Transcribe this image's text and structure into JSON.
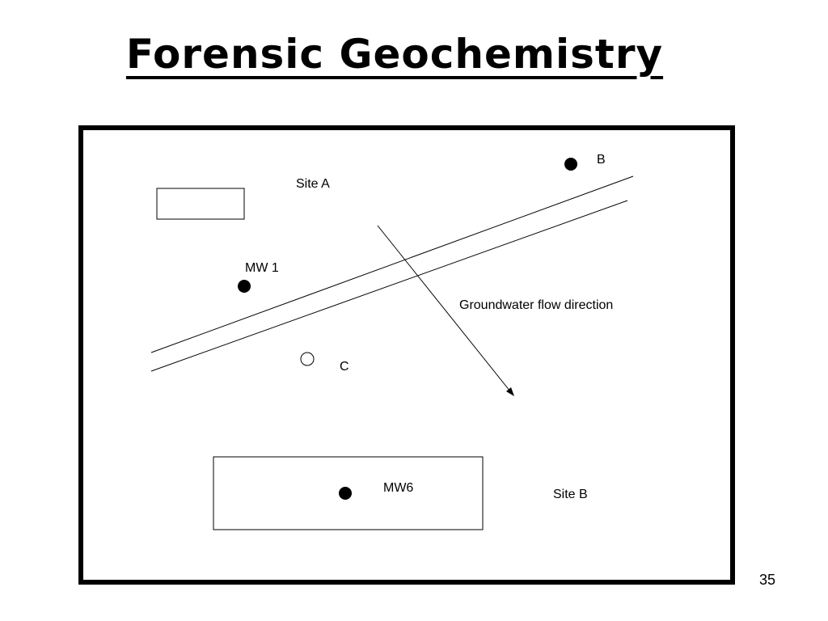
{
  "slide": {
    "title": "Forensic Geochemistry",
    "page_number": "35"
  },
  "diagram": {
    "labels": {
      "site_a": "Site A",
      "site_b": "Site B",
      "well_b": "B",
      "well_mw1": "MW 1",
      "well_c": "C",
      "well_mw6": "MW6",
      "flow": "Groundwater flow direction"
    }
  }
}
